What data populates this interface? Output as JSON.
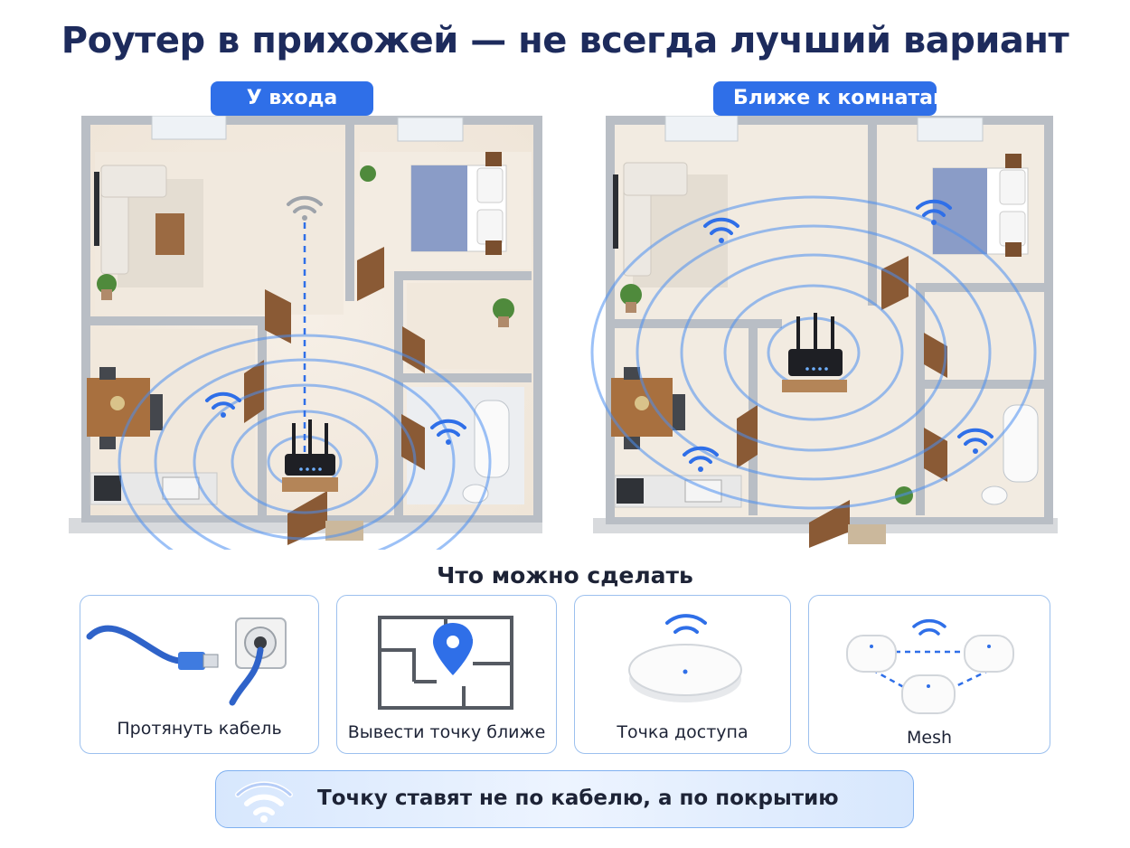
{
  "title": "Роутер в прихожей — не всегда лучший вариант",
  "plans": [
    {
      "label": "У входа"
    },
    {
      "label": "Ближе к комнатам"
    }
  ],
  "section_title": "Что можно сделать",
  "cards": [
    {
      "label": "Протянуть кабель",
      "icon": "ethernet-cable-icon"
    },
    {
      "label": "Вывести точку ближе",
      "icon": "floorplan-pin-icon"
    },
    {
      "label": "Точка доступа",
      "icon": "access-point-icon"
    },
    {
      "label": "Mesh",
      "icon": "mesh-nodes-icon"
    }
  ],
  "banner": {
    "text": "Точку ставят не по кабелю, а по покрытию",
    "icon": "wifi-icon"
  },
  "colors": {
    "accent": "#2f6fe8",
    "title": "#1d2b5c",
    "signal": "#4a8ef0",
    "wood": "#8a5a35",
    "card_border": "#9cc0ee"
  }
}
